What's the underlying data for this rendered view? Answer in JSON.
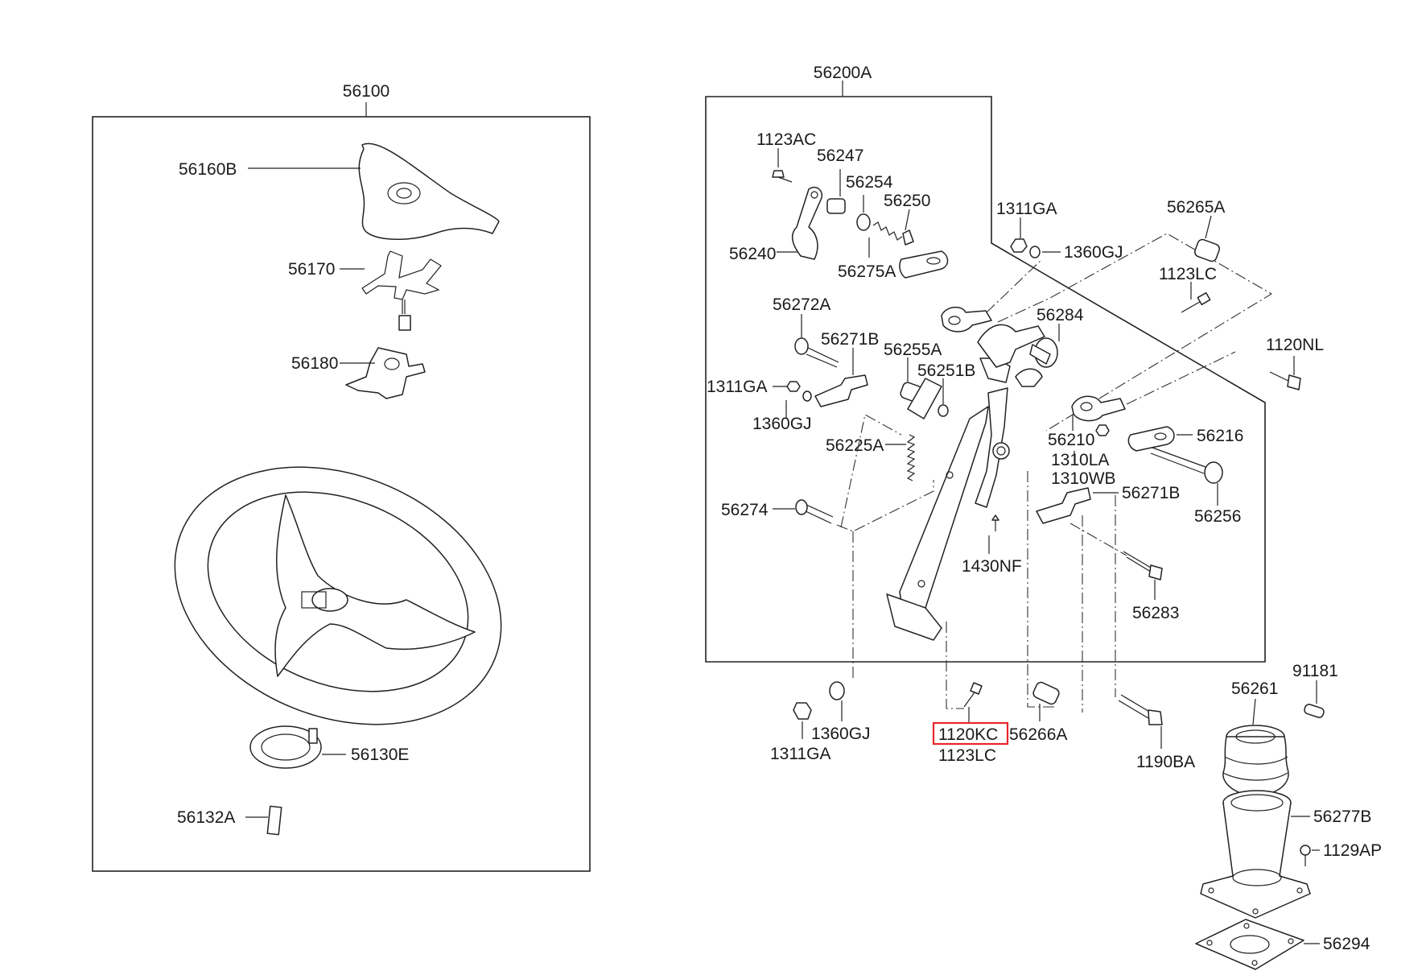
{
  "assemblies": {
    "steering_wheel": "56100",
    "column": "56200A"
  },
  "highlighted_part": "1120KC",
  "parts": {
    "p56160B": "56160B",
    "p56170": "56170",
    "p56180": "56180",
    "p56130E": "56130E",
    "p56132A": "56132A",
    "p1123AC": "1123AC",
    "p56247": "56247",
    "p56254": "56254",
    "p56250": "56250",
    "p56240": "56240",
    "p56275A": "56275A",
    "p1311GA_a": "1311GA",
    "p1360GJ_a": "1360GJ",
    "p56265A": "56265A",
    "p1123LC_a": "1123LC",
    "p56272A": "56272A",
    "p56271B_a": "56271B",
    "p56255A": "56255A",
    "p56251B": "56251B",
    "p56284": "56284",
    "p1120NL": "1120NL",
    "p1311GA_b": "1311GA",
    "p1360GJ_b": "1360GJ",
    "p56225A": "56225A",
    "p56210": "56210",
    "p56216": "56216",
    "p1310LA": "1310LA",
    "p1310WB": "1310WB",
    "p56271B_b": "56271B",
    "p56256": "56256",
    "p56274": "56274",
    "p1430NF": "1430NF",
    "p56283": "56283",
    "p91181": "91181",
    "p56261": "56261",
    "p1360GJ_c": "1360GJ",
    "p1311GA_c": "1311GA",
    "p1120KC": "1120KC",
    "p1123LC_b": "1123LC",
    "p56266A": "56266A",
    "p1190BA": "1190BA",
    "p56277B": "56277B",
    "p1129AP": "1129AP",
    "p56294": "56294"
  }
}
